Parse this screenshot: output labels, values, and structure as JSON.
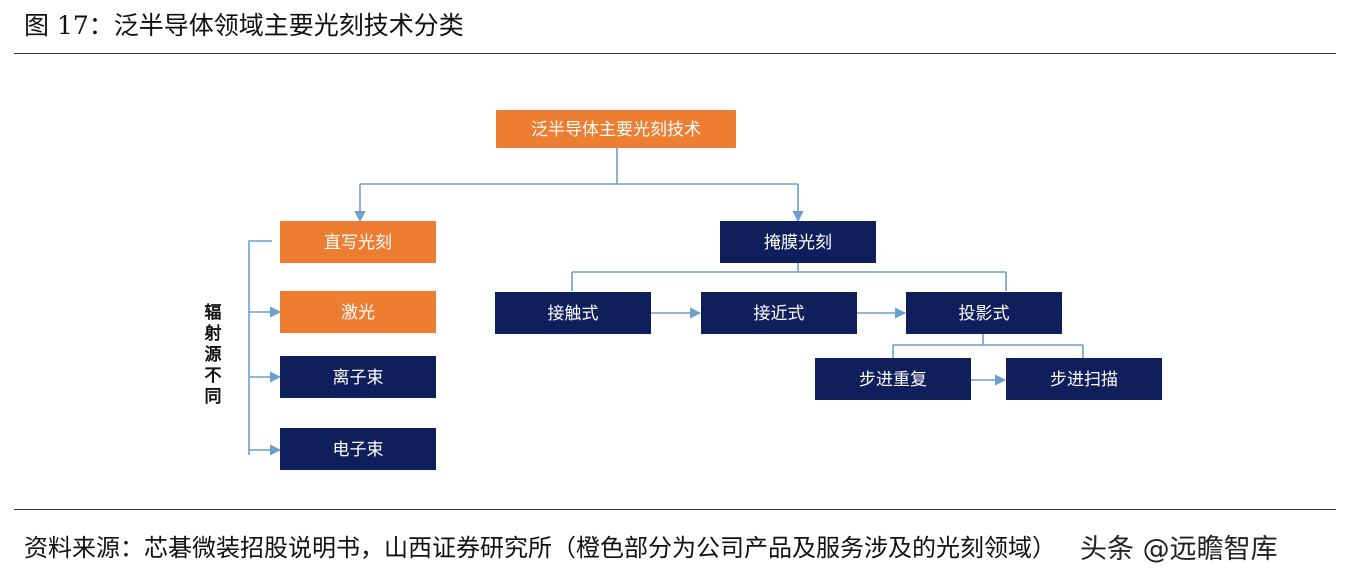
{
  "figure": {
    "title": "图 17：泛半导体领域主要光刻技术分类",
    "source": "资料来源：芯碁微装招股说明书，山西证券研究所（橙色部分为公司产品及服务涉及的光刻领域）",
    "watermark": "头条 @远瞻智库"
  },
  "diagram": {
    "root": "泛半导体主要光刻技术",
    "direct_write": "直写光刻",
    "mask": "掩膜光刻",
    "radiation_label": [
      "辐",
      "射",
      "源",
      "不",
      "同"
    ],
    "laser": "激光",
    "ion_beam": "离子束",
    "electron_beam": "电子束",
    "contact": "接触式",
    "proximity": "接近式",
    "projection": "投影式",
    "step_repeat": "步进重复",
    "step_scan": "步进扫描"
  },
  "colors": {
    "highlight": "#ED7D31",
    "standard": "#0F1F5C",
    "connector": "#6A9FD0"
  }
}
